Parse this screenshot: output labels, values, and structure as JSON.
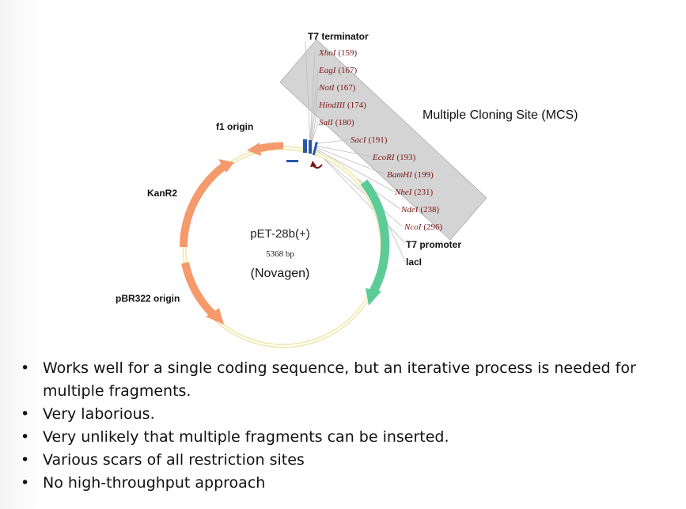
{
  "plasmid": {
    "name": "pET-28b(+)",
    "size": "5368 bp",
    "vendor": "(Novagen)"
  },
  "features": {
    "f1_origin": "f1 origin",
    "kanr2": "KanR2",
    "pbr322_origin": "pBR322 origin",
    "t7_terminator": "T7 terminator",
    "t7_promoter": "T7 promoter",
    "laci": "lacI"
  },
  "mcs": {
    "title": "Multiple Cloning Site (MCS)",
    "sites": [
      {
        "name": "XhoI",
        "pos": "(159)"
      },
      {
        "name": "EagI",
        "pos": "(167)"
      },
      {
        "name": "NotI",
        "pos": "(167)"
      },
      {
        "name": "HindIII",
        "pos": "(174)"
      },
      {
        "name": "SalI",
        "pos": "(180)"
      },
      {
        "name": "SacI",
        "pos": "(191)"
      },
      {
        "name": "EcoRI",
        "pos": "(193)"
      },
      {
        "name": "BamHI",
        "pos": "(199)"
      },
      {
        "name": "NheI",
        "pos": "(231)"
      },
      {
        "name": "NdeI",
        "pos": "(238)"
      },
      {
        "name": "NcoI",
        "pos": "(296)"
      }
    ]
  },
  "colors": {
    "kan_arrow": "#f59a6c",
    "laci_arrow": "#5dcb97",
    "backbone": "#f3eab0",
    "mcs_box": "#d4d4d4",
    "site_text": "#7a1414"
  },
  "bullets": [
    "Works well for a single coding sequence, but an iterative process is needed for multiple fragments.",
    "Very laborious.",
    "Very unlikely that multiple fragments can be inserted.",
    "Various scars of all restriction sites",
    "No high-throughput approach"
  ]
}
